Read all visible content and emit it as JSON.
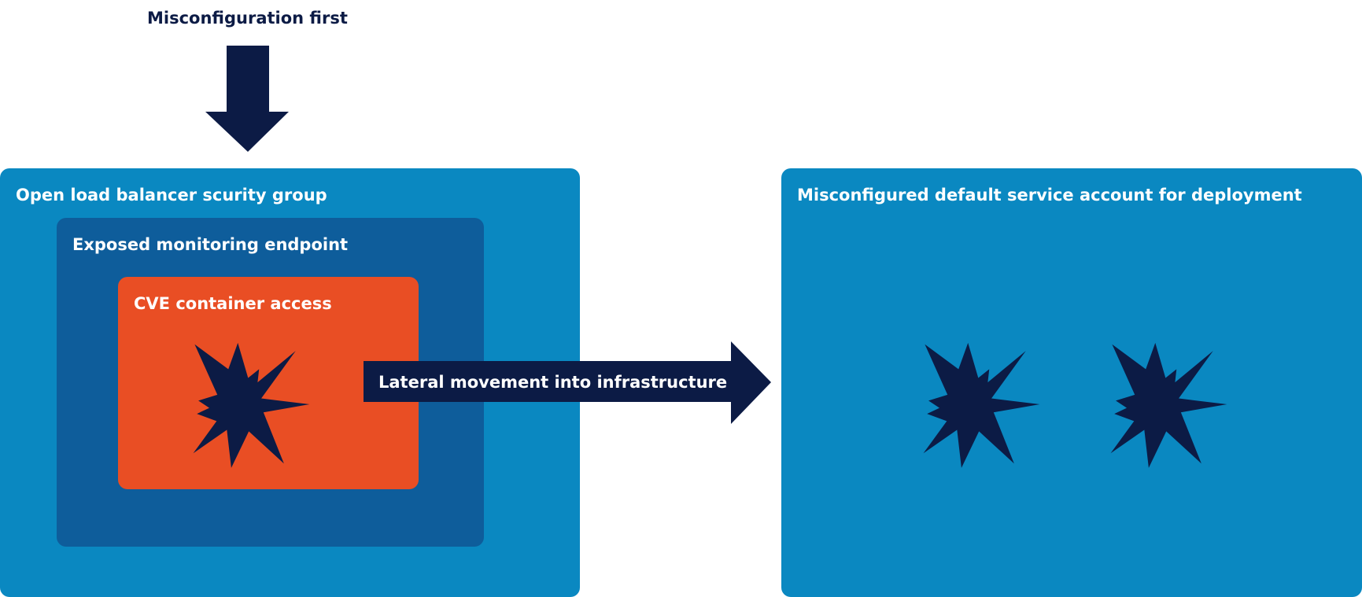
{
  "top_label": "Misconfiguration first",
  "boxes": {
    "outer_left_title": "Open load balancer scurity group",
    "middle_title": "Exposed monitoring endpoint",
    "inner_title": "CVE container access",
    "outer_right_title": "Misconfigured default service account for deployment"
  },
  "arrow_label": "Lateral movement into infrastructure",
  "icons": [
    "burst-icon",
    "burst-icon",
    "burst-icon"
  ],
  "colors": {
    "navy": "#0c1b45",
    "light_blue": "#0a88c1",
    "dark_blue": "#0e5d9b",
    "orange": "#e94e24"
  }
}
